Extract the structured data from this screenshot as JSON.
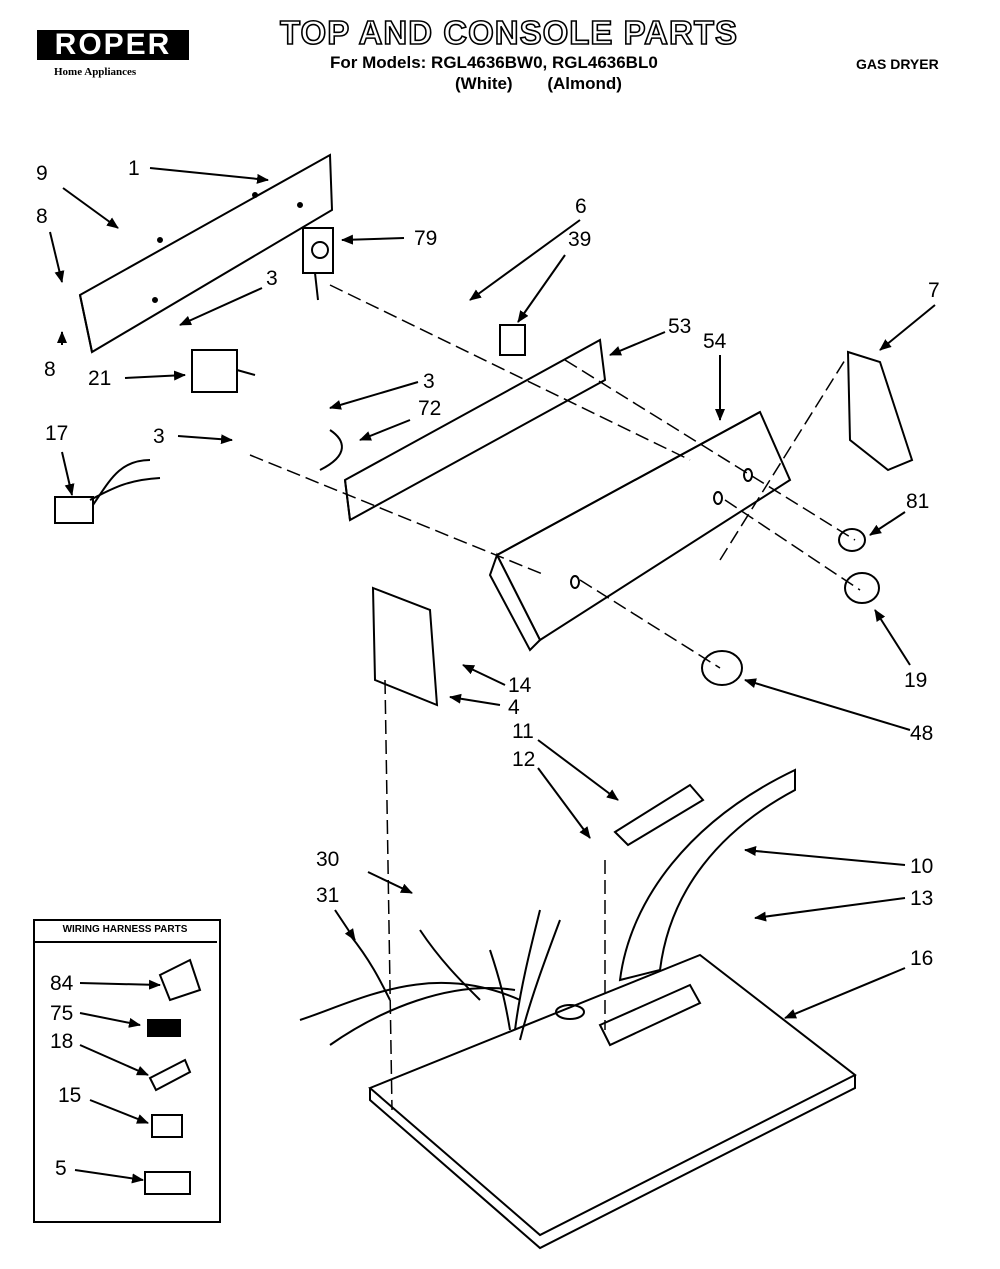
{
  "brand": {
    "logo_text": "ROPER",
    "tagline": "Home Appliances"
  },
  "header": {
    "title": "TOP AND CONSOLE PARTS",
    "models_line": "For Models: RGL4636BW0, RGL4636BL0",
    "color_white": "(White)",
    "color_almond": "(Almond)",
    "dryer_type": "GAS DRYER"
  },
  "legend": {
    "title": "WIRING HARNESS PARTS"
  },
  "callouts": {
    "c1": "1",
    "c9": "9",
    "c8a": "8",
    "c8b": "8",
    "c3a": "3",
    "c21": "21",
    "c17": "17",
    "c3b": "3",
    "c3c": "3",
    "c72": "72",
    "c79": "79",
    "c6": "6",
    "c39": "39",
    "c53": "53",
    "c54": "54",
    "c7": "7",
    "c81": "81",
    "c19": "19",
    "c48": "48",
    "c14": "14",
    "c4": "4",
    "c11": "11",
    "c12": "12",
    "c10": "10",
    "c13": "13",
    "c16": "16",
    "c30": "30",
    "c31": "31",
    "c84": "84",
    "c75": "75",
    "c18": "18",
    "c15": "15",
    "c5": "5"
  }
}
